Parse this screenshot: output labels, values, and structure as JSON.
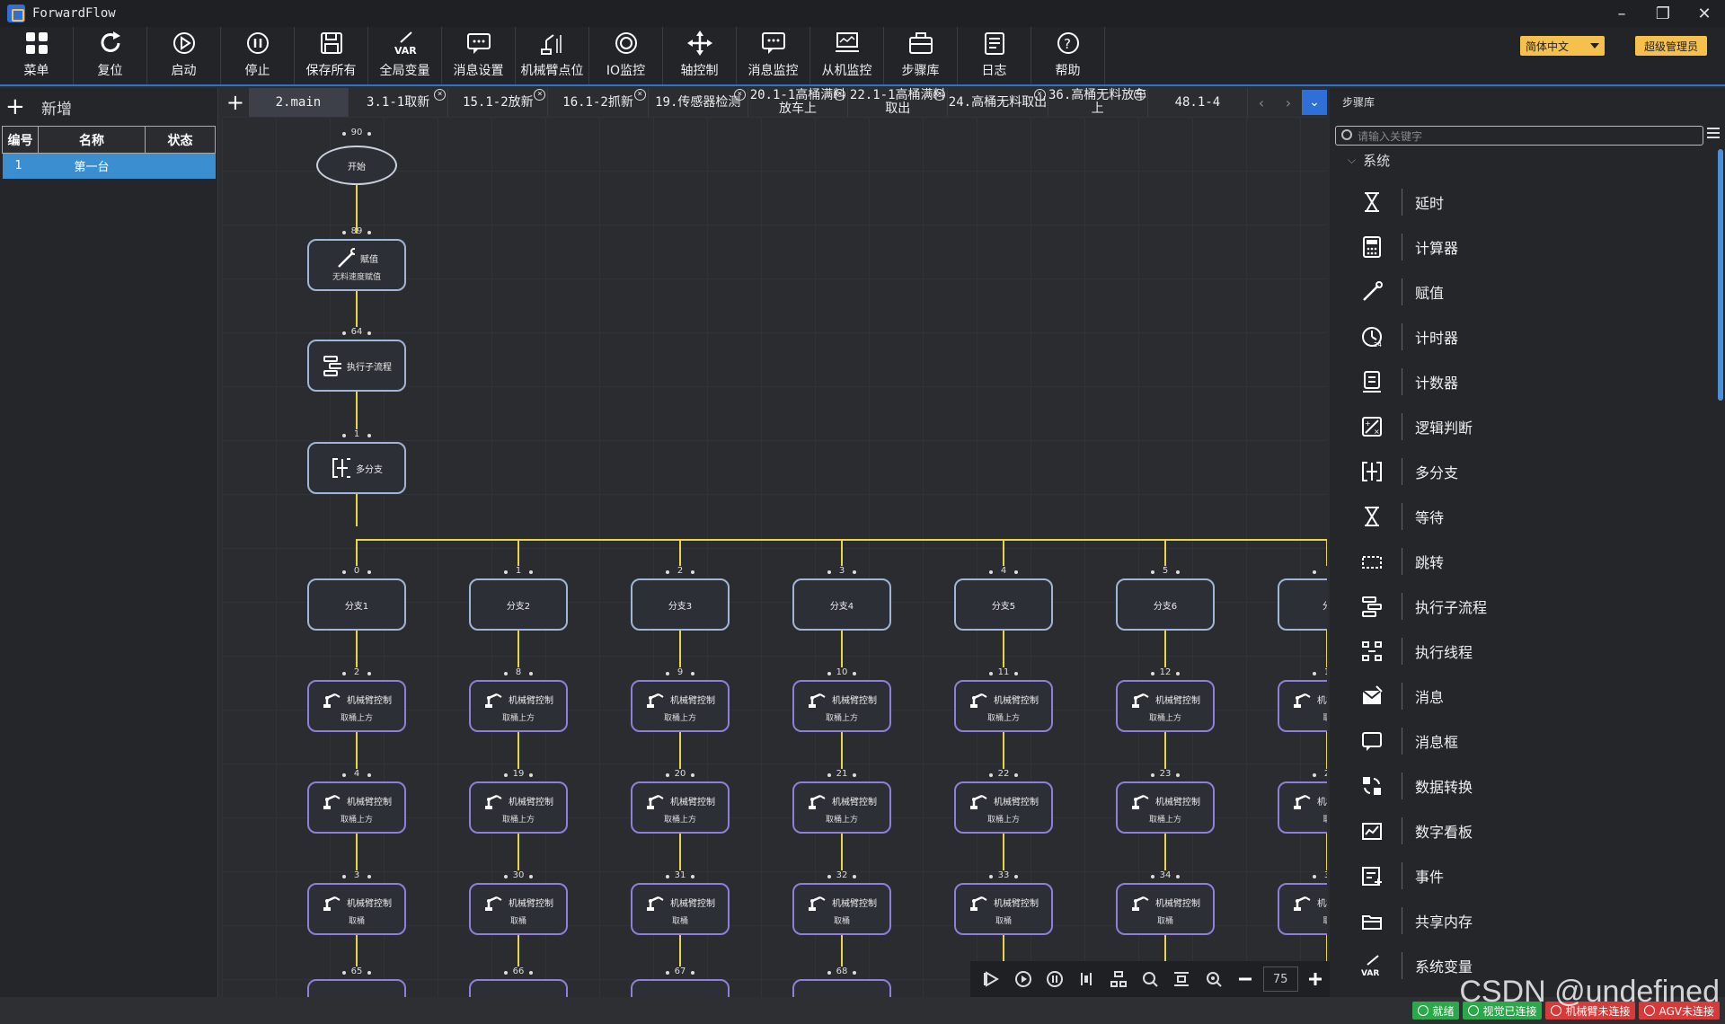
{
  "app": {
    "title": "ForwardFlow",
    "window_buttons": [
      "–",
      "❐",
      "✕"
    ]
  },
  "toolbar": {
    "items": [
      {
        "label": "菜单",
        "icon": "grid-icon"
      },
      {
        "label": "复位",
        "icon": "reset-icon"
      },
      {
        "label": "启动",
        "icon": "play-icon"
      },
      {
        "label": "停止",
        "icon": "stop-icon"
      },
      {
        "label": "保存所有",
        "icon": "save-icon"
      },
      {
        "label": "全局变量",
        "icon": "var-icon"
      },
      {
        "label": "消息设置",
        "icon": "message-icon"
      },
      {
        "label": "机械臂点位",
        "icon": "robot-points-icon"
      },
      {
        "label": "IO监控",
        "icon": "io-icon"
      },
      {
        "label": "轴控制",
        "icon": "axis-icon"
      },
      {
        "label": "消息监控",
        "icon": "message-monitor-icon"
      },
      {
        "label": "从机监控",
        "icon": "slave-monitor-icon"
      },
      {
        "label": "步骤库",
        "icon": "toolbox-icon"
      },
      {
        "label": "日志",
        "icon": "log-icon"
      },
      {
        "label": "帮助",
        "icon": "help-icon"
      }
    ],
    "language": "简体中文",
    "role": "超级管理员"
  },
  "left_panel": {
    "add_label": "新增",
    "columns": [
      "编号",
      "名称",
      "状态"
    ],
    "rows": [
      {
        "id": "1",
        "name": "第一台",
        "status": ""
      }
    ]
  },
  "tabs": [
    {
      "label": "2.main",
      "active": true,
      "closable": false
    },
    {
      "label": "3.1-1取新",
      "closable": true
    },
    {
      "label": "15.1-2放新",
      "closable": true
    },
    {
      "label": "16.1-2抓新",
      "closable": true
    },
    {
      "label": "19.传感器检测",
      "closable": true
    },
    {
      "label": "20.1-1高桶满料放车上",
      "closable": true
    },
    {
      "label": "22.1-1高桶满料取出",
      "closable": true
    },
    {
      "label": "24.高桶无料取出",
      "closable": true
    },
    {
      "label": "36.高桶无料放车上",
      "closable": true
    },
    {
      "label": "48.1-4",
      "closable": false
    }
  ],
  "canvas": {
    "start": {
      "step": "90",
      "label": "开始"
    },
    "chain": [
      {
        "step": "89",
        "title": "赋值",
        "sub": "无料速度赋值",
        "icon": "assign-icon"
      },
      {
        "step": "64",
        "title": "执行子流程",
        "sub": "",
        "icon": "subflow-icon"
      },
      {
        "step": "1",
        "title": "多分支",
        "sub": "",
        "icon": "branch-icon"
      }
    ],
    "branches": [
      {
        "step": "0",
        "label": "分支1",
        "rows": [
          {
            "step": "2",
            "sub": "取桶上方"
          },
          {
            "step": "4",
            "sub": "取桶上方"
          },
          {
            "step": "3",
            "sub": "取桶"
          }
        ],
        "next": "65"
      },
      {
        "step": "1",
        "label": "分支2",
        "rows": [
          {
            "step": "8",
            "sub": "取桶上方"
          },
          {
            "step": "19",
            "sub": "取桶上方"
          },
          {
            "step": "30",
            "sub": "取桶"
          }
        ],
        "next": "66"
      },
      {
        "step": "2",
        "label": "分支3",
        "rows": [
          {
            "step": "9",
            "sub": "取桶上方"
          },
          {
            "step": "20",
            "sub": "取桶上方"
          },
          {
            "step": "31",
            "sub": "取桶"
          }
        ],
        "next": "67"
      },
      {
        "step": "3",
        "label": "分支4",
        "rows": [
          {
            "step": "10",
            "sub": "取桶上方"
          },
          {
            "step": "21",
            "sub": "取桶上方"
          },
          {
            "step": "32",
            "sub": "取桶"
          }
        ],
        "next": "68"
      },
      {
        "step": "4",
        "label": "分支5",
        "rows": [
          {
            "step": "11",
            "sub": "取桶上方"
          },
          {
            "step": "22",
            "sub": "取桶上方"
          },
          {
            "step": "33",
            "sub": "取桶"
          }
        ],
        "next": ""
      },
      {
        "step": "5",
        "label": "分支6",
        "rows": [
          {
            "step": "12",
            "sub": "取桶上方"
          },
          {
            "step": "23",
            "sub": "取桶上方"
          },
          {
            "step": "34",
            "sub": "取桶"
          }
        ],
        "next": ""
      },
      {
        "step": "",
        "label": "分",
        "rows": [
          {
            "step": "1",
            "sub": "取"
          },
          {
            "step": "2",
            "sub": "取"
          },
          {
            "step": "3",
            "sub": "取"
          }
        ],
        "next": ""
      }
    ],
    "robot_title": "机械臂控制",
    "zoom": "75"
  },
  "right_panel": {
    "title": "步骤库",
    "search_placeholder": "请输入关键字",
    "group": "系统",
    "items": [
      {
        "label": "延时",
        "icon": "hourglass-icon"
      },
      {
        "label": "计算器",
        "icon": "calculator-icon"
      },
      {
        "label": "赋值",
        "icon": "assign-icon"
      },
      {
        "label": "计时器",
        "icon": "timer-icon"
      },
      {
        "label": "计数器",
        "icon": "counter-icon"
      },
      {
        "label": "逻辑判断",
        "icon": "logic-icon"
      },
      {
        "label": "多分支",
        "icon": "branch-icon"
      },
      {
        "label": "等待",
        "icon": "wait-icon"
      },
      {
        "label": "跳转",
        "icon": "jump-icon"
      },
      {
        "label": "执行子流程",
        "icon": "subflow-icon"
      },
      {
        "label": "执行线程",
        "icon": "thread-icon"
      },
      {
        "label": "消息",
        "icon": "mail-icon"
      },
      {
        "label": "消息框",
        "icon": "messagebox-icon"
      },
      {
        "label": "数据转换",
        "icon": "convert-icon"
      },
      {
        "label": "数字看板",
        "icon": "dashboard-icon"
      },
      {
        "label": "事件",
        "icon": "event-icon"
      },
      {
        "label": "共享内存",
        "icon": "shared-memory-icon"
      },
      {
        "label": "系统变量",
        "icon": "system-var-icon"
      }
    ]
  },
  "statusbar": [
    {
      "label": "就绪",
      "state": "ok"
    },
    {
      "label": "视觉已连接",
      "state": "ok"
    },
    {
      "label": "机械臂未连接",
      "state": "bad"
    },
    {
      "label": "AGV未连接",
      "state": "bad"
    }
  ],
  "watermark": "CSDN @undefined"
}
